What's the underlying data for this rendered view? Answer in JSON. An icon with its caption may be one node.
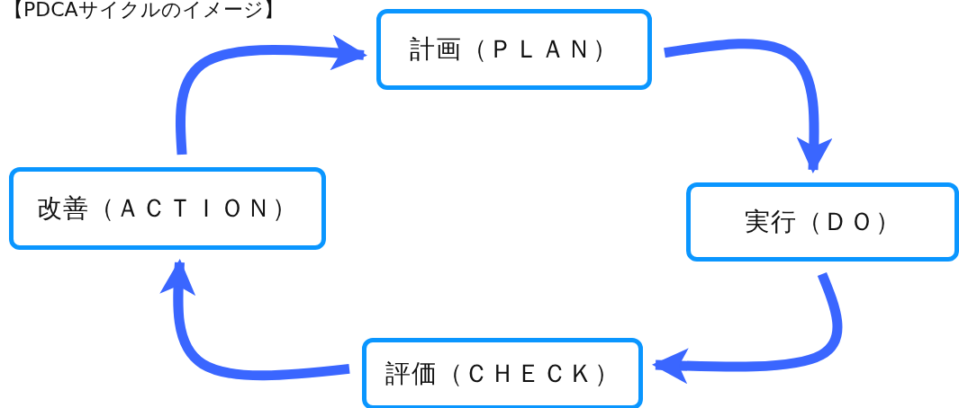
{
  "diagram": {
    "title": "【PDCAサイクルのイメージ】",
    "nodes": [
      {
        "text": [
          "計画（ＰＬＡＮ）"
        ]
      },
      {
        "text": [
          "実行（ＤＯ）"
        ]
      },
      {
        "text": [
          "評価（ＣＨＥＣＫ）"
        ]
      },
      {
        "text": [
          "改善（ＡＣＴＩＯＮ）"
        ]
      }
    ],
    "edges": [
      {
        "from": 0,
        "to": 1,
        "arrow": "to"
      },
      {
        "from": 1,
        "to": 2,
        "arrow": "to"
      },
      {
        "from": 2,
        "to": 3,
        "arrow": "to"
      },
      {
        "from": 3,
        "to": 0,
        "arrow": "to"
      }
    ]
  }
}
